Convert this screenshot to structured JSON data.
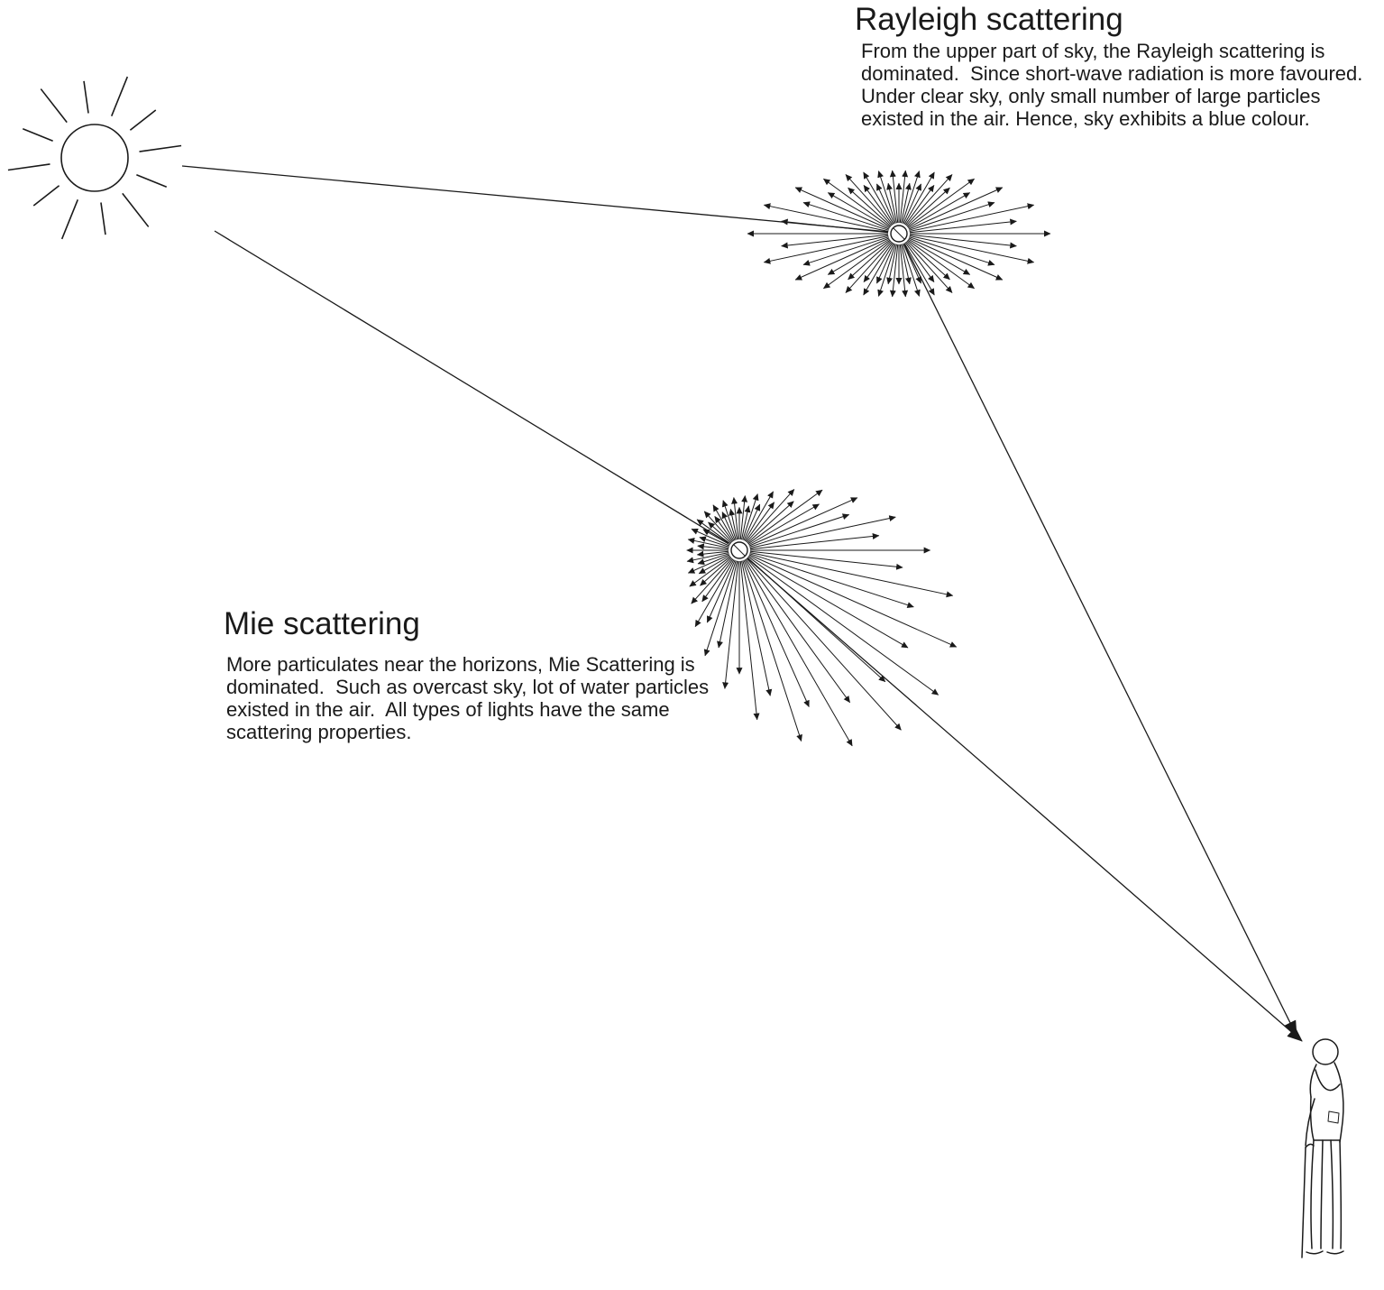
{
  "diagram": {
    "rayleigh": {
      "title": "Rayleigh scattering",
      "description": "From the upper part of sky, the Rayleigh scattering is dominated.  Since short-wave radiation is more favoured. Under clear sky, only small number of large particles existed in the air. Hence, sky exhibits a blue colour."
    },
    "mie": {
      "title": "Mie scattering",
      "description": "More particulates near the horizons, Mie Scattering is dominated.  Such as overcast sky, lot of water particles existed in the air.  All types of lights have the same scattering properties."
    },
    "colors": {
      "line": "#1a1a1a",
      "background": "#ffffff"
    }
  }
}
